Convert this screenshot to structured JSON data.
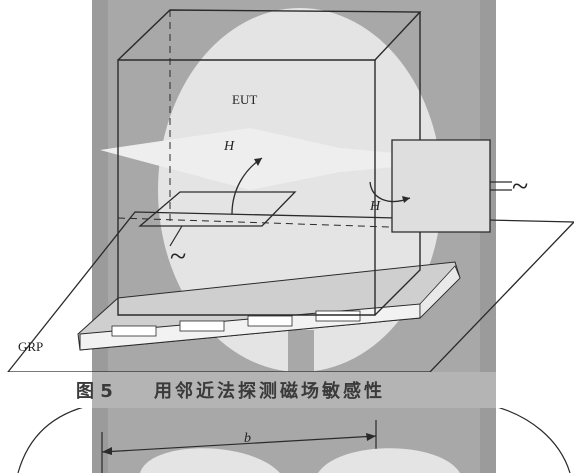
{
  "labels": {
    "eut": "EUT",
    "h_field_1": "H",
    "h_field_2": "H",
    "grp": "GRP",
    "tilde_source": "~",
    "tilde_loop": "~",
    "dimension_b": "b"
  },
  "caption": {
    "figure_no": "图 5",
    "title": "用邻近法探测磁场敏感性"
  },
  "colors": {
    "background_gray": "#a9a9a9",
    "light_shape": "#e6e6e6",
    "line": "#2a2a2a"
  }
}
